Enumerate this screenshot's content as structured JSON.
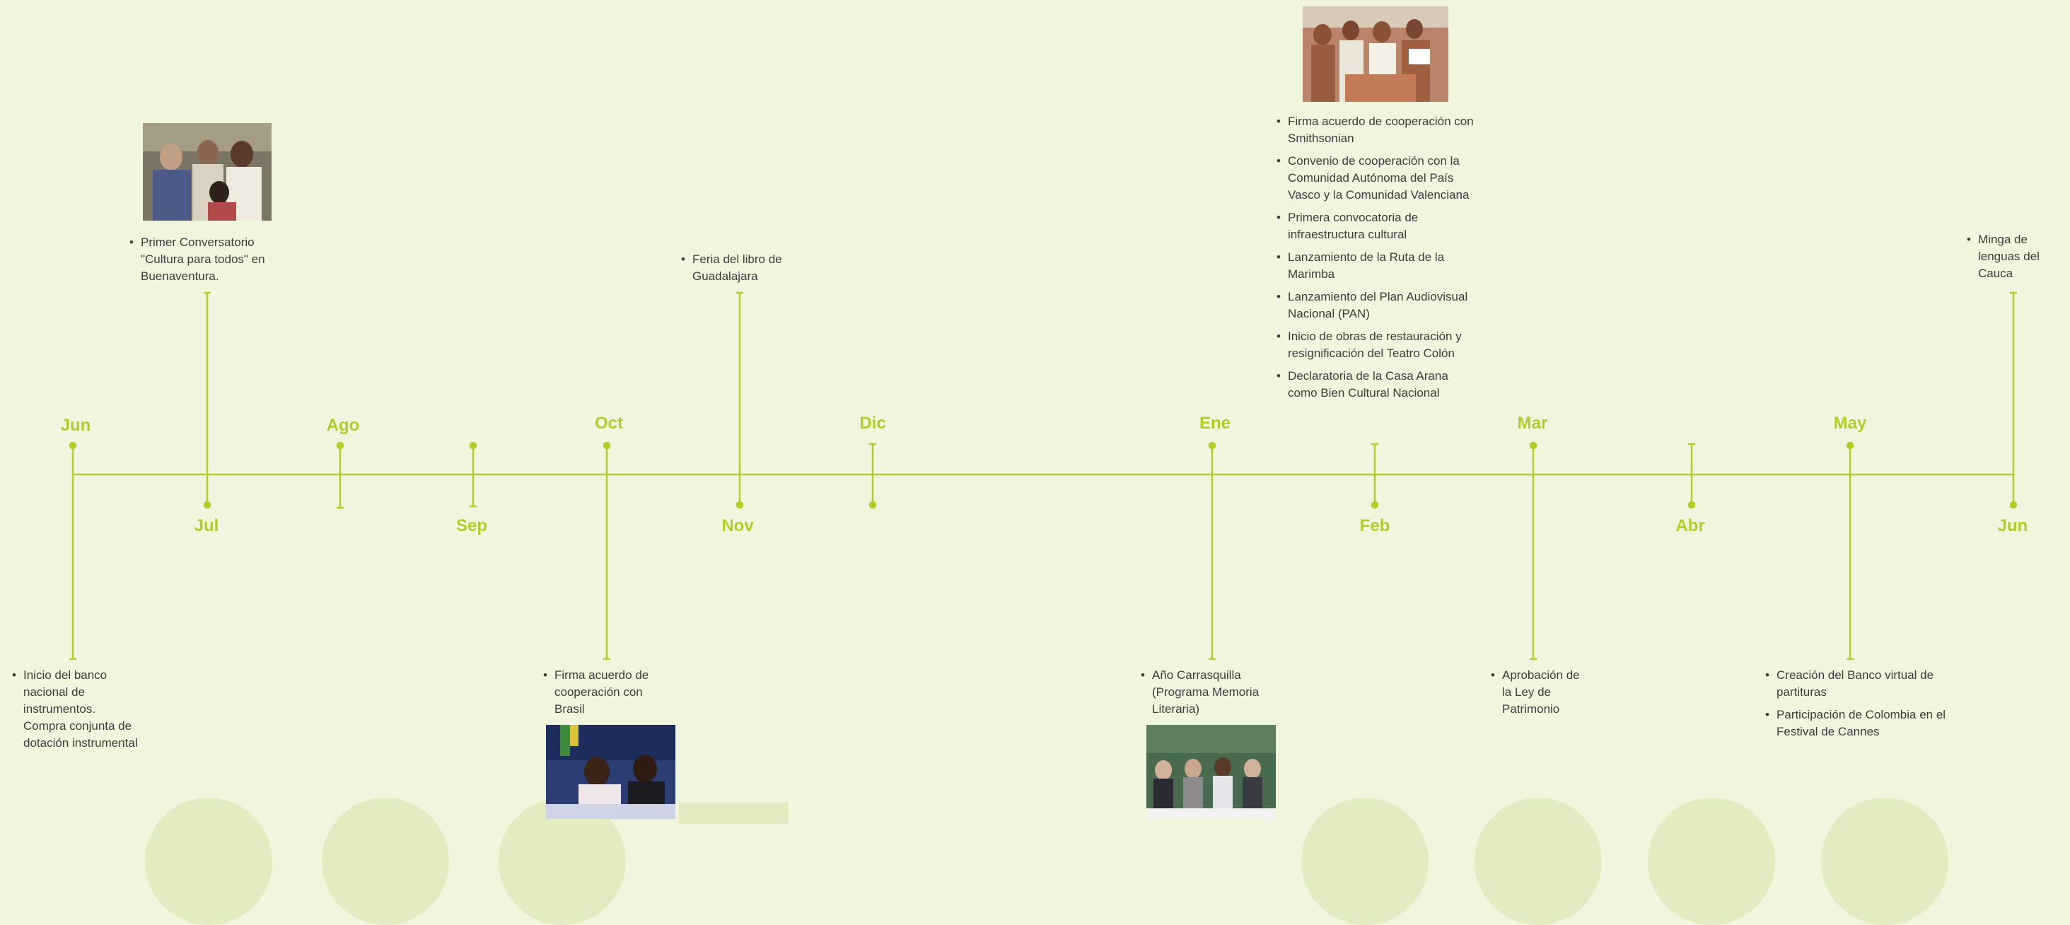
{
  "timeline": {
    "accent_color": "#b2cc29",
    "background_color": "#f1f5dd",
    "months": [
      {
        "label": "Jun"
      },
      {
        "label": "Jul"
      },
      {
        "label": "Ago"
      },
      {
        "label": "Sep"
      },
      {
        "label": "Oct"
      },
      {
        "label": "Nov"
      },
      {
        "label": "Dic"
      },
      {
        "label": "Ene"
      },
      {
        "label": "Feb"
      },
      {
        "label": "Mar"
      },
      {
        "label": "Abr"
      },
      {
        "label": "May"
      },
      {
        "label": "Jun"
      }
    ],
    "events": {
      "jun_start": [
        "Inicio del banco nacional de instrumentos. Compra conjunta de dotación instrumental"
      ],
      "jul": [
        "Primer Conversatorio \"Cultura para todos\" en Buenaventura."
      ],
      "oct": [
        "Firma acuerdo de cooperación con Brasil"
      ],
      "nov": [
        "Feria del libro de Guadalajara"
      ],
      "ene": [
        "Año Carrasquilla (Programa Memoria Literaria)"
      ],
      "feb": [
        "Firma acuerdo de cooperación con Smithsonian",
        "Convenio de cooperación con la Comunidad Autónoma del País Vasco y la Comunidad Valenciana",
        "Primera convocatoria de infraestructura cultural",
        "Lanzamiento de la Ruta de la Marimba",
        "Lanzamiento del Plan Audiovisual Nacional (PAN)",
        "Inicio de obras de restauración y resignificación del Teatro Colón",
        "Declaratoria de la Casa Arana como Bien Cultural Nacional"
      ],
      "mar": [
        "Aprobación de la Ley de Patrimonio"
      ],
      "may": [
        "Creación del Banco virtual de partituras",
        "Participación de Colombia en el Festival de Cannes"
      ],
      "jun_end": [
        "Minga de lenguas del Cauca"
      ]
    }
  }
}
